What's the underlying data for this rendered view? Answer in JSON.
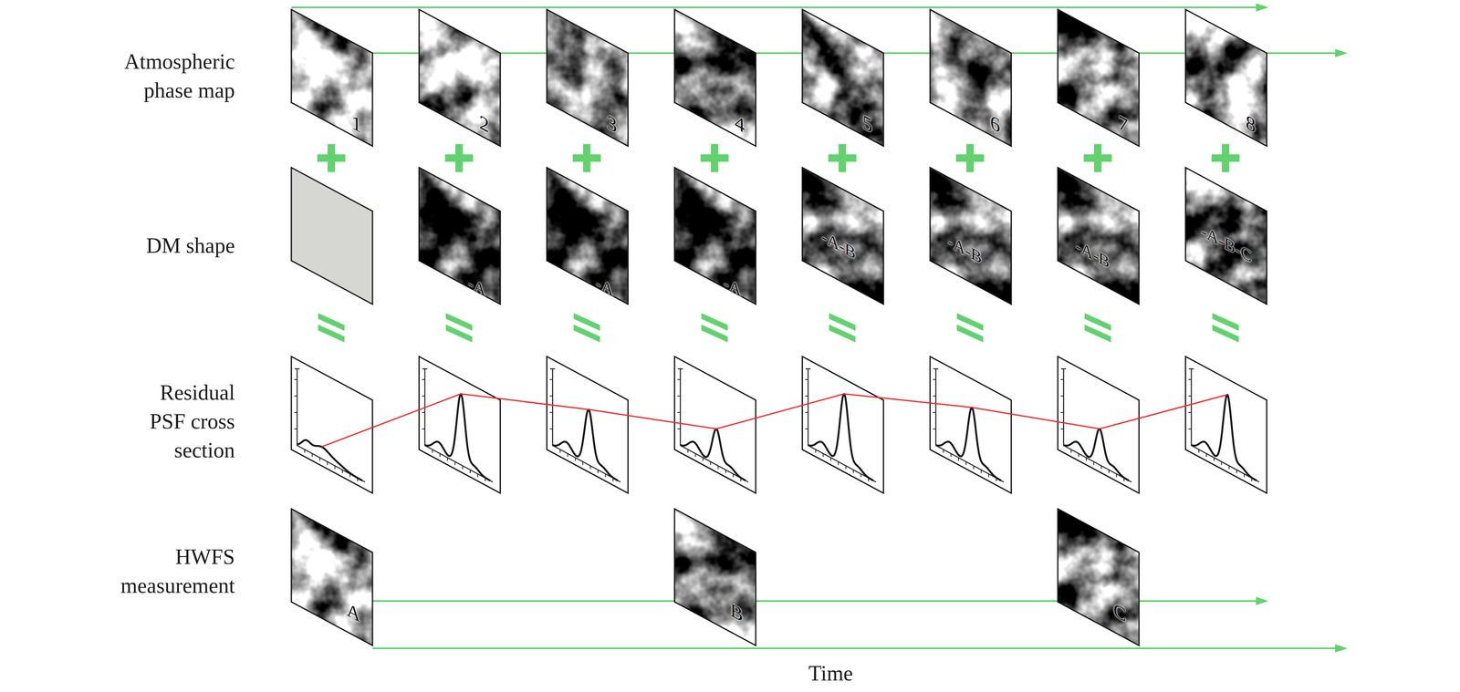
{
  "diagram": {
    "nodes": [
      {
        "text": [
          "1"
        ]
      },
      {
        "text": [
          "2"
        ]
      },
      {
        "text": [
          "3"
        ]
      },
      {
        "text": [
          "4"
        ]
      },
      {
        "text": [
          "5"
        ]
      },
      {
        "text": [
          "6"
        ]
      },
      {
        "text": [
          "7"
        ]
      },
      {
        "text": [
          "8"
        ]
      },
      {
        "text": [
          "-A"
        ]
      },
      {
        "text": [
          "-A"
        ]
      },
      {
        "text": [
          "-A"
        ]
      },
      {
        "text": [
          "-A-B"
        ]
      },
      {
        "text": [
          "-A-B"
        ]
      },
      {
        "text": [
          "-A-B"
        ]
      },
      {
        "text": [
          "-A-B-C"
        ]
      },
      {
        "text": [
          "A"
        ]
      },
      {
        "text": [
          "B"
        ]
      },
      {
        "text": [
          "C"
        ]
      }
    ],
    "edges": [
      {
        "from": 15,
        "to": 16,
        "arrow": "none"
      },
      {
        "from": 16,
        "to": 17,
        "arrow": "none"
      }
    ],
    "labels": [
      "Atmospheric phase map",
      "DM shape",
      "Residual PSF cross section",
      "HWFS measurement",
      "Time"
    ]
  }
}
